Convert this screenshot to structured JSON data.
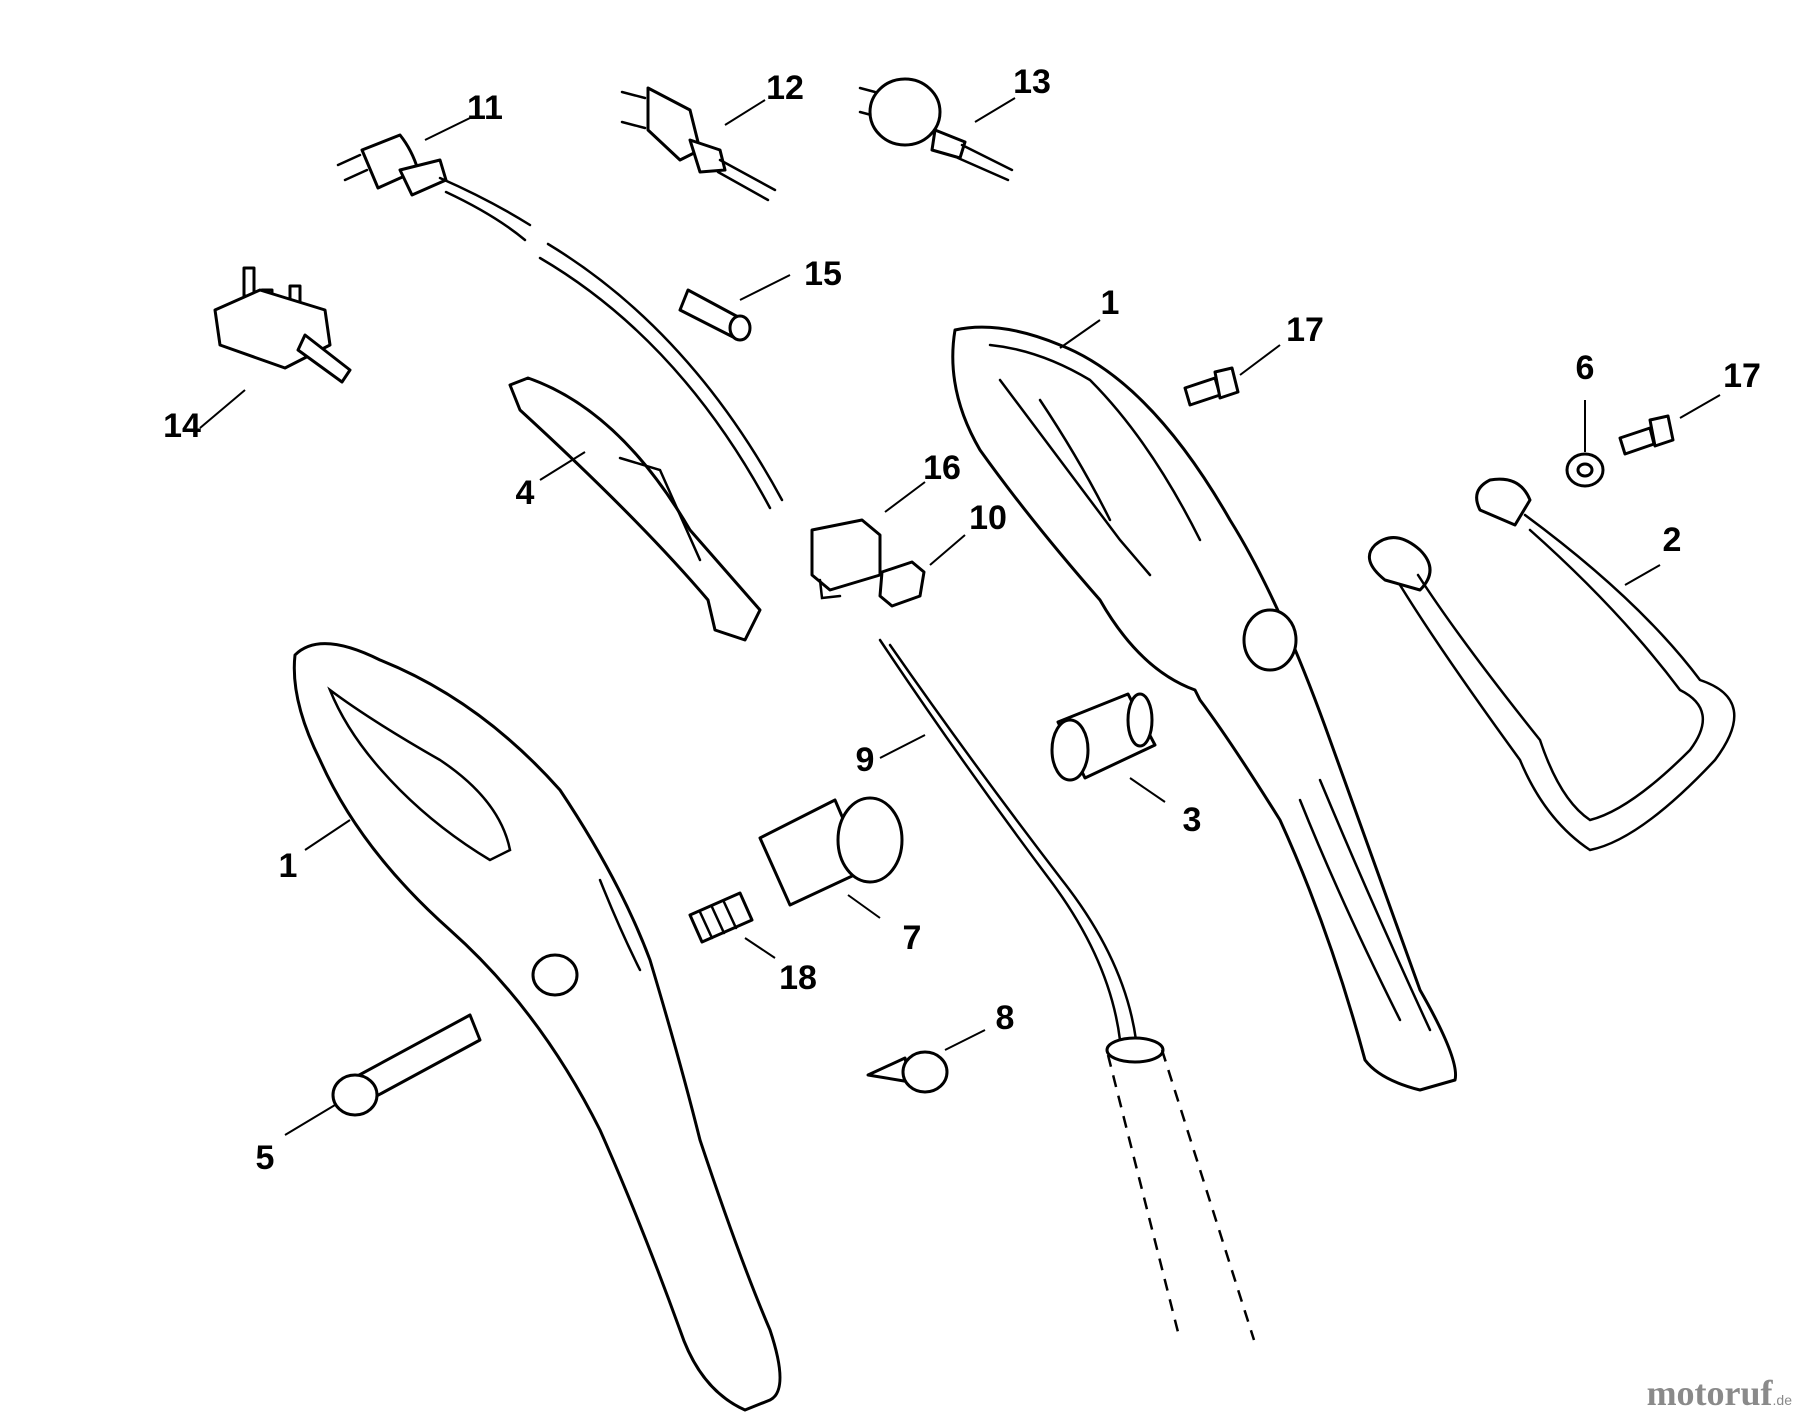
{
  "callouts": [
    {
      "id": "c11",
      "text": "11"
    },
    {
      "id": "c12",
      "text": "12"
    },
    {
      "id": "c13",
      "text": "13"
    },
    {
      "id": "c14",
      "text": "14"
    },
    {
      "id": "c15",
      "text": "15"
    },
    {
      "id": "c4",
      "text": "4"
    },
    {
      "id": "c16",
      "text": "16"
    },
    {
      "id": "c10",
      "text": "10"
    },
    {
      "id": "c1a",
      "text": "1"
    },
    {
      "id": "c17a",
      "text": "17"
    },
    {
      "id": "c6",
      "text": "6"
    },
    {
      "id": "c17b",
      "text": "17"
    },
    {
      "id": "c2",
      "text": "2"
    },
    {
      "id": "c9",
      "text": "9"
    },
    {
      "id": "c3",
      "text": "3"
    },
    {
      "id": "c1b",
      "text": "1"
    },
    {
      "id": "c7",
      "text": "7"
    },
    {
      "id": "c18",
      "text": "18"
    },
    {
      "id": "c8",
      "text": "8"
    },
    {
      "id": "c5",
      "text": "5"
    }
  ],
  "watermark": {
    "name": "motoruf",
    "tld": ".de"
  }
}
